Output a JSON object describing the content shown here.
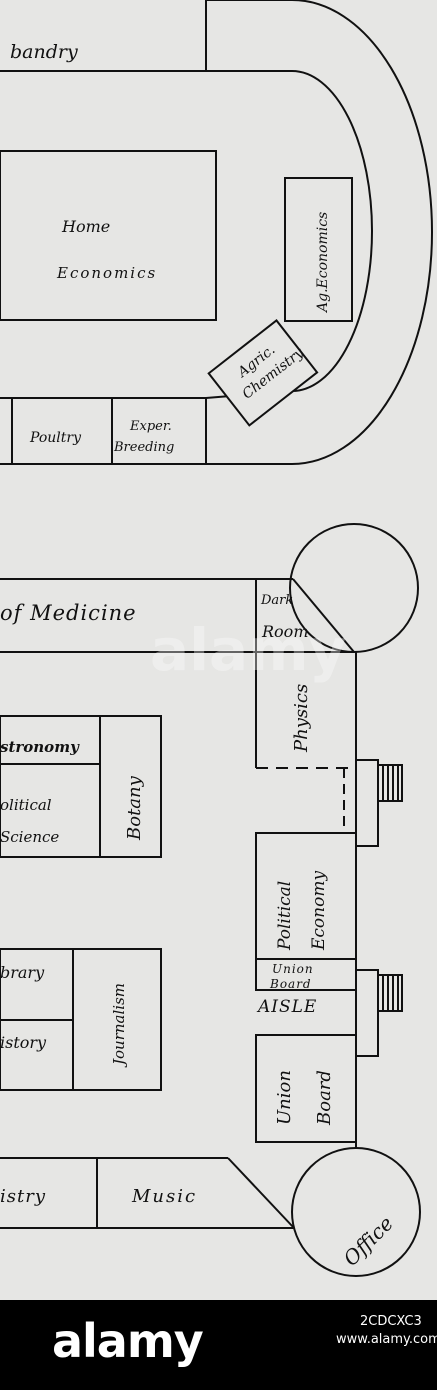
{
  "rooms": {
    "husbandry": "bandry",
    "home": "Home",
    "economics": "Economics",
    "ag_economics": "Ag.Economics",
    "agric": "Agric.",
    "chemistry": "Chemistry",
    "poultry": "Poultry",
    "exper": "Exper.",
    "breeding": "Breeding",
    "medicine": "of Medicine",
    "dark": "Dark",
    "room": "Room",
    "physics": "Physics",
    "astronomy": "stronomy",
    "botany": "Botany",
    "political": "olitical",
    "science": "Science",
    "pol_econ_1": "Political",
    "pol_econ_2": "Economy",
    "union_board_small_1": "Union",
    "union_board_small_2": "Board",
    "aisle": "AISLE",
    "library": "brary",
    "history": "istory",
    "journalism": "Journalism",
    "union_1": "Union",
    "union_2": "Board",
    "chemistry_bottom": "istry",
    "music": "Music",
    "office": "Office"
  },
  "watermark": {
    "text": "alamy"
  },
  "footer": {
    "logo": "alamy",
    "image_id": "2CDCXC3",
    "url": "www.alamy.com"
  }
}
